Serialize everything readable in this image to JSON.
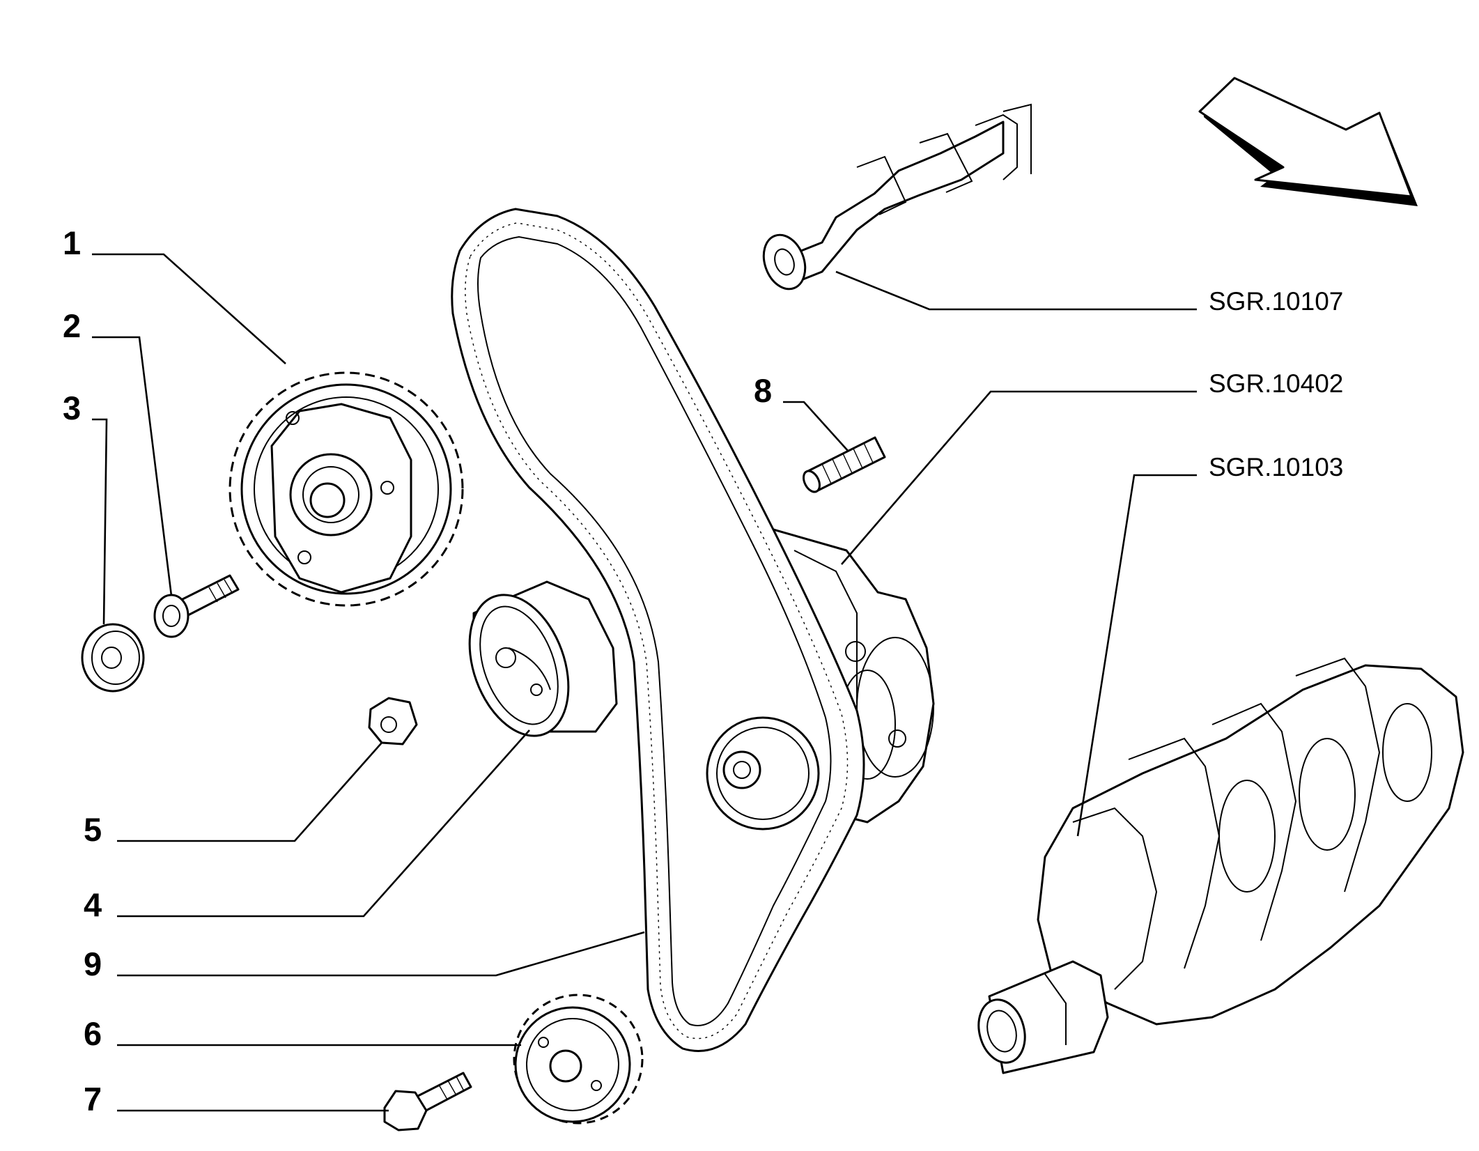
{
  "callouts": {
    "c1": "1",
    "c2": "2",
    "c3": "3",
    "c4": "4",
    "c5": "5",
    "c6": "6",
    "c7": "7",
    "c8": "8",
    "c9": "9"
  },
  "references": {
    "camshaft": "SGR.10107",
    "engine_block": "SGR.10402",
    "crankshaft": "SGR.10103"
  },
  "icons": {
    "direction_arrow": "front-direction-arrow-icon"
  }
}
